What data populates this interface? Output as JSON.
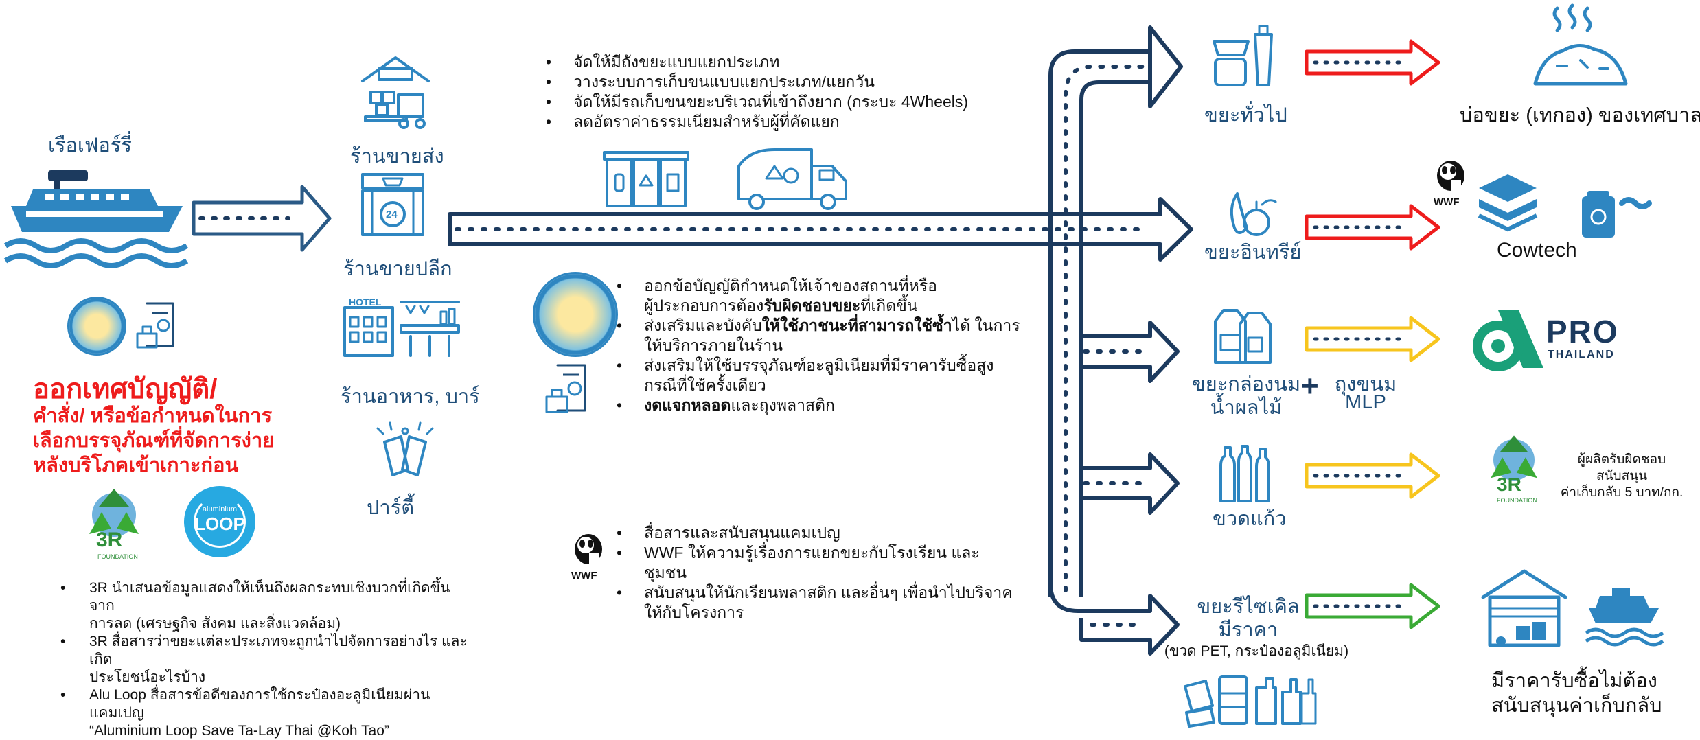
{
  "left": {
    "ferry_label": "เรือเฟอร์รี่",
    "heading_line1": "ออกเทศบัญญัติ/",
    "heading_line2": "คำสั่ง/ หรือข้อกำหนดในการ",
    "heading_line3": "เลือกบรรจุภัณฑ์ที่จัดการง่าย",
    "heading_line4": "หลังบริโภคเข้าเกาะก่อน",
    "logo_3r_text": "3R",
    "logo_3r_sub": "FOUNDATION",
    "logo_loop_small": "aluminium",
    "logo_loop_big": "LOOP",
    "bullets": [
      "3R นำเสนอข้อมูลแสดงให้เห็นถึงผลกระทบเชิงบวกที่เกิดขึ้นจาก",
      "การลด (เศรษฐกิจ สังคม และสิ่งแวดล้อม)",
      "3R สื่อสารว่าขยะแต่ละประเภทจะถูกนำไปจัดการอย่างไร และเกิด",
      "ประโยชน์อะไรบ้าง",
      "Alu Loop สื่อสารข้อดีของการใช้กระป๋องอะลูมิเนียมผ่านแคมเปญ",
      "“Aluminium Loop Save Ta-Lay Thai @Koh Tao”"
    ]
  },
  "middle": {
    "wholesale": "ร้านขายส่ง",
    "retail": "ร้านขายปลีก",
    "restaurant": "ร้านอาหาร, บาร์",
    "party": "ปาร์ตี้",
    "hotel_sign": "HOTEL",
    "store_24": "24"
  },
  "center": {
    "bullets_top": [
      "จัดให้มีถังขยะแบบแยกประเภท",
      "วางระบบการเก็บขนแบบแยกประเภท/แยกวัน",
      "จัดให้มีรถเก็บขนขยะบริเวณที่เข้าถึงยาก (กระบะ 4Wheels)",
      "ลดอัตราค่าธรรมเนียมสำหรับผู้ที่คัดแยก"
    ],
    "bullets_mid": [
      {
        "pre": "ออกข้อบัญญัติกำหนดให้เจ้าของสถานที่หรือ",
        "bold": "",
        "post": ""
      },
      {
        "pre": "ผู้ประกอบการต้อง",
        "bold": "รับผิดชอบขยะ",
        "post": "ที่เกิดขึ้น"
      },
      {
        "pre": "ส่งเสริมและบังคับ",
        "bold": "ให้ใช้ภาชนะที่สามารถใช้ซ้ำ",
        "post": "ได้ ในการ"
      },
      {
        "pre": "ให้บริการภายในร้าน",
        "bold": "",
        "post": ""
      },
      {
        "pre": "ส่งเสริมให้ใช้บรรจุภัณฑ์อะลูมิเนียมที่มีราคารับซื้อสูง",
        "bold": "",
        "post": ""
      },
      {
        "pre": "กรณีที่ใช้ครั้งเดียว",
        "bold": "",
        "post": ""
      },
      {
        "pre": "",
        "bold": "งดแจกหลอด",
        "post": "และถุงพลาสติก"
      }
    ],
    "wwf_label": "WWF",
    "bullets_bottom": [
      "สื่อสารและสนับสนุนแคมเปญ",
      "WWF ให้ความรู้เรื่องการแยกขยะกับโรงเรียน และ",
      "ชุมชน",
      "สนับสนุนให้นักเรียนพลาสติก และอื่นๆ เพื่อนำไปบริจาค",
      "ให้กับโครงการ"
    ]
  },
  "right": {
    "general_waste": "ขยะทั่วไป",
    "organic_waste": "ขยะอินทรีย์",
    "carton_line1": "ขยะกล่องนม",
    "carton_line2": "น้ำผลไม้",
    "plus": "+",
    "mlp_line1": "ถุงขนม",
    "mlp_line2": "MLP",
    "glass": "ขวดแก้ว",
    "recycle_line1": "ขยะรีไซเคิล",
    "recycle_line2": "มีราคา",
    "recycle_note": "(ขวด PET, กระป๋องอลูมิเนียม)",
    "landfill": "บ่อขยะ (เทกอง) ของเทศบาล",
    "cowtech": "Cowtech",
    "wwf_label": "WWF",
    "pro_big": "PRO",
    "pro_small": "THAILAND",
    "glass_dest_line1": "ผู้ผลิตรับผิดชอบ",
    "glass_dest_line2": "สนับสนุน",
    "glass_dest_line3": "ค่าเก็บกลับ 5 บาท/กก.",
    "logo_3r_text": "3R",
    "logo_3r_sub": "FOUNDATION",
    "recycle_dest_line1": "มีราคารับซื้อไม่ต้อง",
    "recycle_dest_line2": "สนับสนุนค่าเก็บกลับ"
  },
  "colors": {
    "navy": "#1c3a5e",
    "icon_blue": "#2e86c1",
    "red": "#ee1c1c",
    "yellow": "#f7c51e",
    "green": "#3aaa35",
    "pro_green": "#1aa079"
  }
}
